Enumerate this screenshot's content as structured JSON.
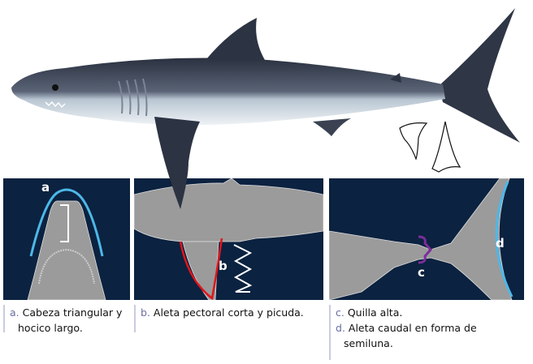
{
  "panels": [
    {
      "letter": "a",
      "caption": "Cabeza triangular y hocico largo."
    },
    {
      "letter": "b",
      "caption": "Aleta pectoral corta y picuda."
    },
    {
      "letter": "c",
      "caption": "Quilla alta."
    },
    {
      "letter": "d",
      "caption": "Aleta caudal en forma de semiluna."
    }
  ],
  "colors": {
    "panel_bg": "#0b2240",
    "blue_outline": "#4db8e8",
    "red_outline": "#e0141b",
    "purple_outline": "#7b2d9a",
    "letter_color": "#6a6fa3"
  }
}
